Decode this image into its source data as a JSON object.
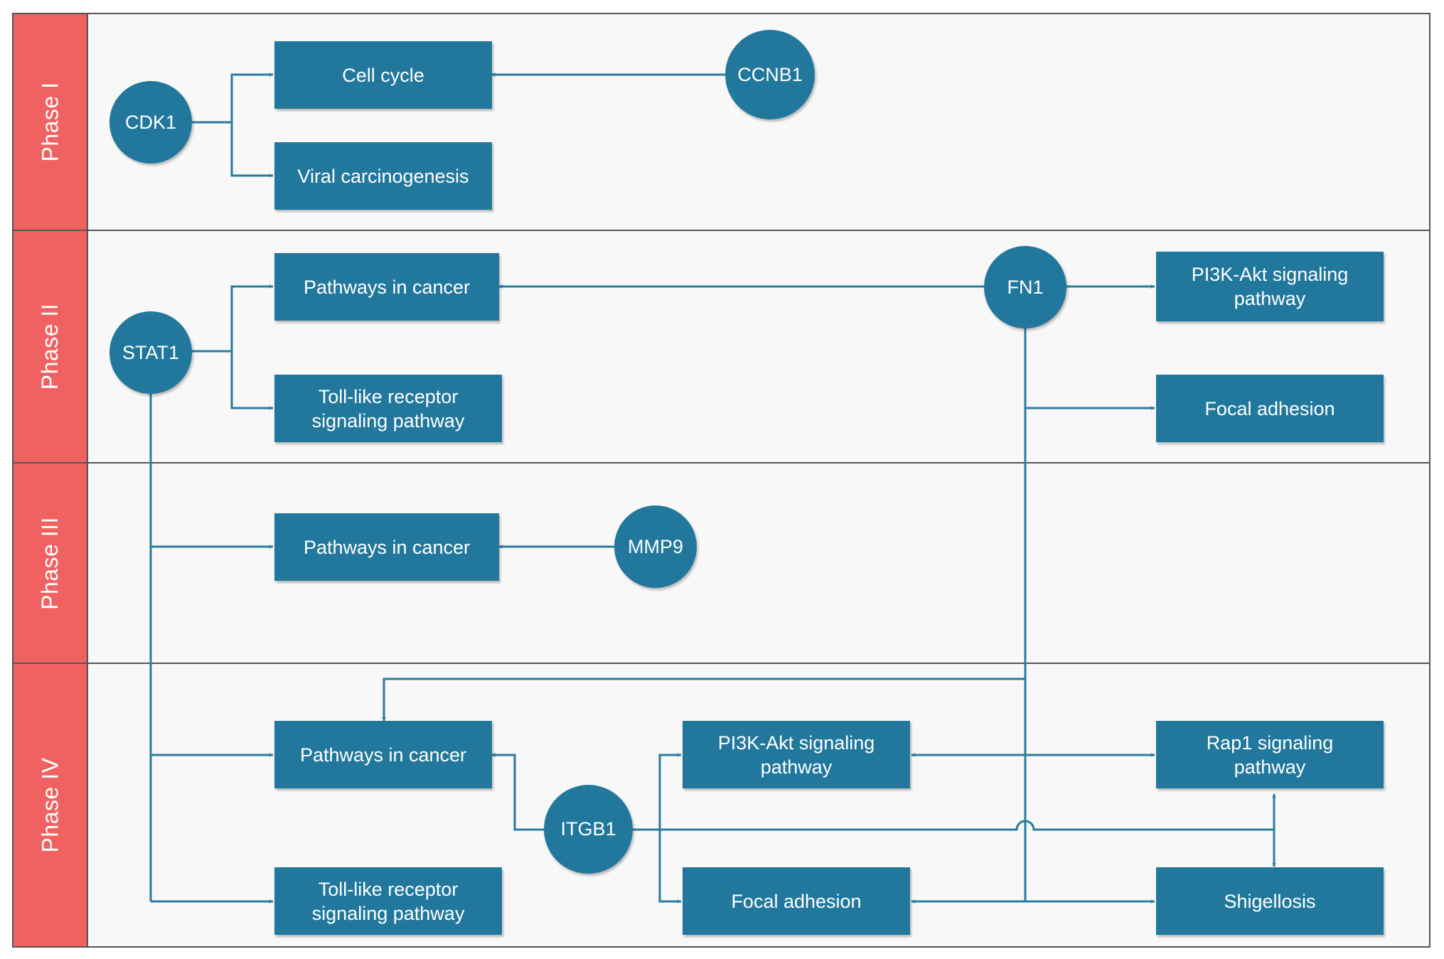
{
  "phases": [
    {
      "label": "Phase I"
    },
    {
      "label": "Phase II"
    },
    {
      "label": "Phase III"
    },
    {
      "label": "Phase IV"
    }
  ],
  "genes": {
    "cdk1": "CDK1",
    "ccnb1": "CCNB1",
    "stat1": "STAT1",
    "fn1": "FN1",
    "mmp9": "MMP9",
    "itgb1": "ITGB1"
  },
  "pathways": {
    "p1_cell_cycle": "Cell cycle",
    "p1_viral": "Viral carcinogenesis",
    "p2_cancer": "Pathways in cancer",
    "p2_tlr": "Toll-like receptor signaling pathway",
    "p2_pi3k": "PI3K-Akt signaling pathway",
    "p2_focal": "Focal adhesion",
    "p3_cancer": "Pathways in cancer",
    "p4_cancer": "Pathways in cancer",
    "p4_tlr": "Toll-like receptor signaling pathway",
    "p4_pi3k": "PI3K-Akt signaling pathway",
    "p4_rap1": "Rap1 signaling pathway",
    "p4_focal": "Focal adhesion",
    "p4_shigellosis": "Shigellosis"
  },
  "colors": {
    "node": "#22789c",
    "lane_label": "#f06262",
    "lane_bg": "#f8f8f8",
    "edge": "#2a7ba0"
  }
}
